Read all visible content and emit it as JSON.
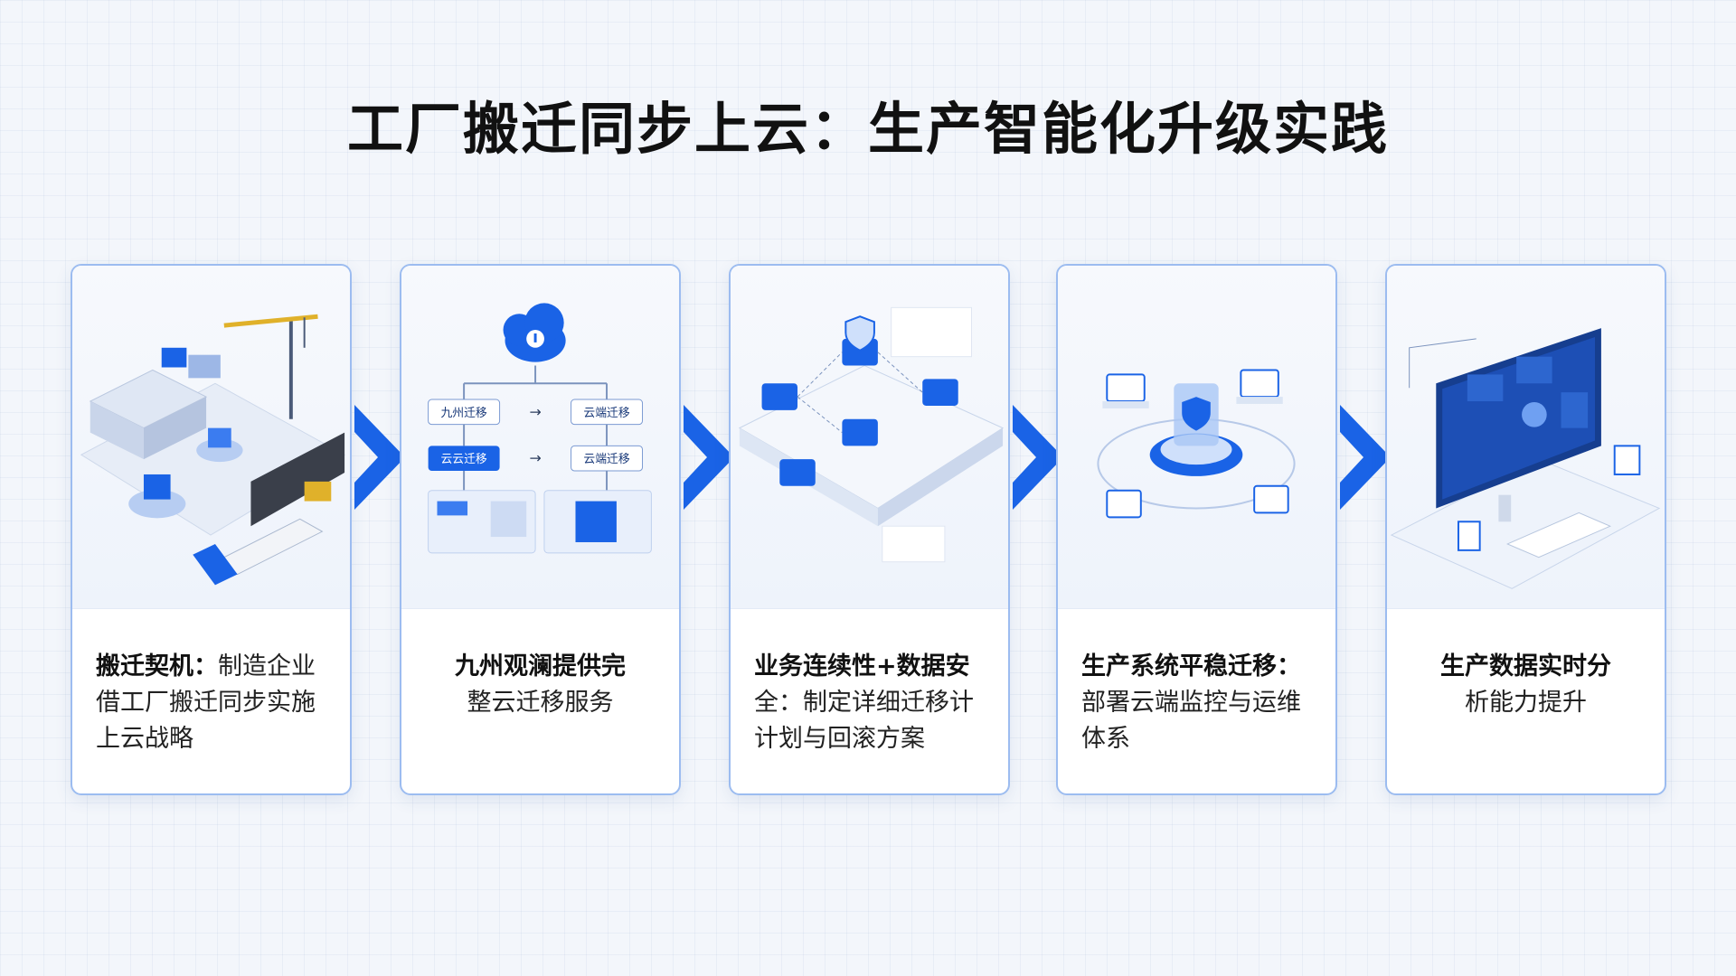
{
  "title": "工厂搬迁同步上云：生产智能化升级实践",
  "steps": [
    {
      "heading": "搬迁契机：",
      "body": "制造企业借工厂搬迁同步实施上云战略",
      "align": "left"
    },
    {
      "heading": "九州观澜提供完",
      "body": "整云迁移服务",
      "align": "center"
    },
    {
      "heading": "业务连续性+数据安",
      "body": "全：制定详细迁移计计划与回滚方案",
      "align": "left"
    },
    {
      "heading": "生产系统平稳迁移：",
      "body": "部署云端监控与运维体系",
      "align": "left"
    },
    {
      "heading": "生产数据实时分",
      "body": "析能力提升",
      "align": "center"
    }
  ],
  "flow_labels": {
    "box1": "九州迁移",
    "box2": "云端迁移",
    "box3": "云云迁移",
    "box4": "云端迁移"
  },
  "colors": {
    "accent": "#1a63e6",
    "border": "#9cbcf0",
    "title": "#111111"
  },
  "icons": [
    "crane-icon",
    "cloud-upload-icon",
    "shield-icon",
    "monitor-icon",
    "arrow-right-icon"
  ]
}
